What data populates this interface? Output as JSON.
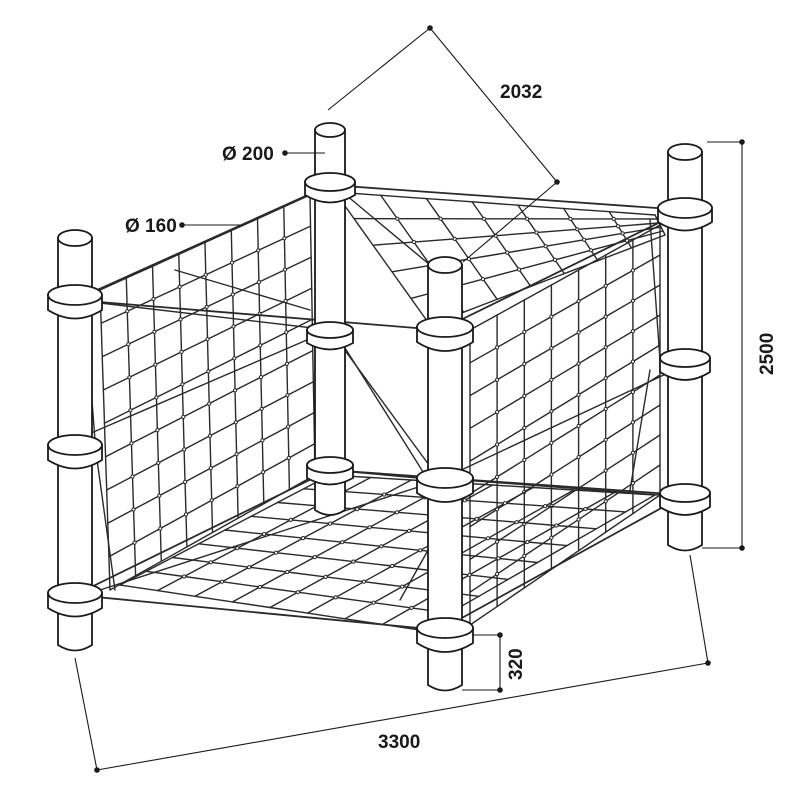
{
  "drawing": {
    "dimensions": {
      "depth": "2032",
      "height": "2500",
      "width": "3300",
      "post_clearance": "320",
      "post_large_diameter": "Ø 200",
      "post_small_diameter": "Ø 160"
    },
    "colors": {
      "line": "#1a1a1a",
      "background": "#ffffff"
    }
  }
}
